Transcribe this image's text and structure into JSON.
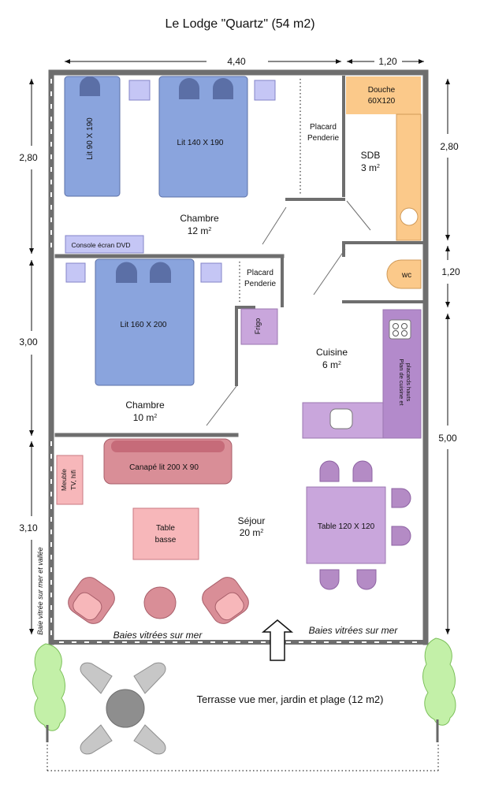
{
  "title": "Le Lodge \"Quartz\" (54 m2)",
  "dimensions": {
    "top_main": "4,40",
    "top_sdb": "1,20",
    "left_top": "2,80",
    "left_mid": "3,00",
    "left_bot": "3,10",
    "right_sdb": "2,80",
    "right_wc": "1,20",
    "right_bot": "5,00"
  },
  "rooms": {
    "chambre1": {
      "name": "Chambre",
      "area": "12 m",
      "exp": "2"
    },
    "chambre2": {
      "name": "Chambre",
      "area": "10 m",
      "exp": "2"
    },
    "sdb": {
      "name": "SDB",
      "area": "3 m",
      "exp": "2"
    },
    "cuisine": {
      "name": "Cuisine",
      "area": "6 m",
      "exp": "2"
    },
    "sejour": {
      "name": "Séjour",
      "area": "20 m",
      "exp": "2"
    }
  },
  "furniture": {
    "lit90": "Lit 90 X 190",
    "lit140": "Lit 140 X 190",
    "lit160": "Lit 160 X 200",
    "placard1": [
      "Placard",
      "Penderie"
    ],
    "placard2": [
      "Placard",
      "Penderie"
    ],
    "douche": [
      "Douche",
      "60X120"
    ],
    "wc": "wc",
    "console": "Console écran DVD",
    "frigo": "Frigo",
    "plan_cuisine": [
      "Plan de cuisine et",
      "placards hauts"
    ],
    "canape": "Canapé lit 200 X 90",
    "meuble_tv": [
      "Meuble",
      "TV, hifi"
    ],
    "table_basse": [
      "Table",
      "basse"
    ],
    "table": "Table 120 X 120"
  },
  "labels": {
    "baies_left": "Baies vitrées sur mer",
    "baies_right": "Baies vitrées sur mer",
    "baie_side": "Baie vitrée sur mer et vallée",
    "terrasse": "Terrasse vue mer, jardin et plage (12 m2)"
  },
  "colors": {
    "wall": "#6e6e6e",
    "bed": "#8aa4dd",
    "pillow": "#5b6fa6",
    "lavender": "#c5c6f5",
    "douche": "#fbc98a",
    "kitchen": "#c9a6dc",
    "kitchen_dark": "#b38acb",
    "canape": "#d98e97",
    "pink": "#f7b7ba",
    "chair": "#b48bc5",
    "tree": "#c3f0a8",
    "terrace_chair": "#c7c7c7",
    "terrace_table": "#8e8e8e"
  }
}
